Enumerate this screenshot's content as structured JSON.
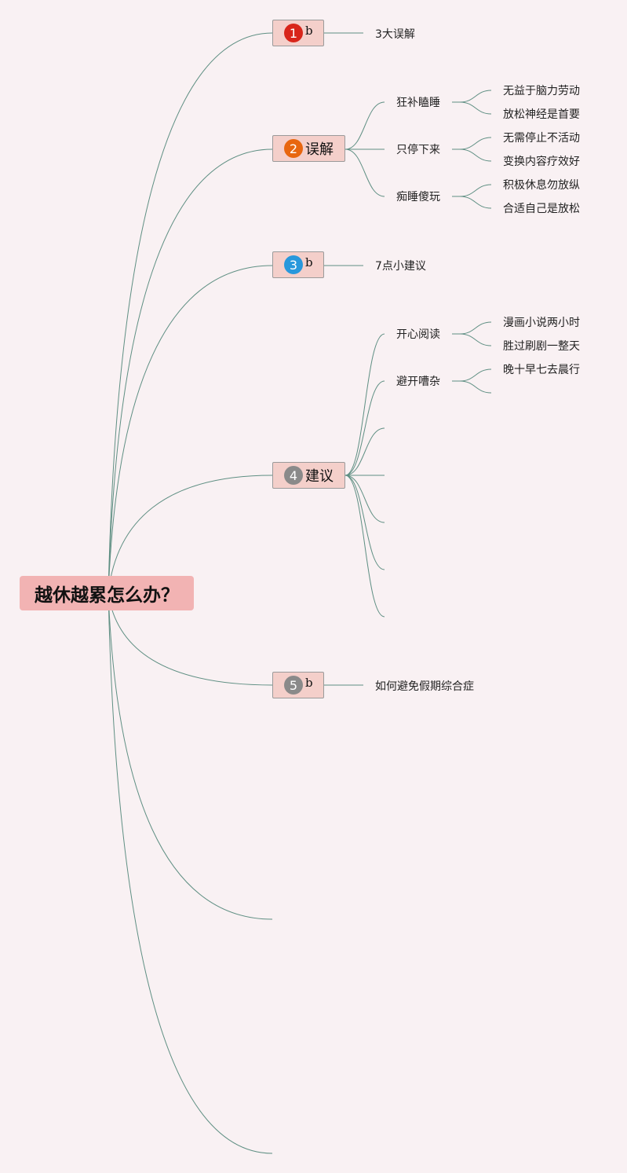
{
  "root": {
    "title": "越休越累怎么办？"
  },
  "branches": [
    {
      "number": "1",
      "label": "b",
      "color": "#d8251a",
      "children": [
        {
          "text": "3大误解"
        }
      ]
    },
    {
      "number": "2",
      "label": "误解",
      "color": "#e8660f",
      "children": [
        {
          "text": "狂补瞌睡",
          "children": [
            "无益于脑力劳动",
            "放松神经是首要"
          ]
        },
        {
          "text": "只停下来",
          "children": [
            "无需停止不活动",
            "变换内容疗效好"
          ]
        },
        {
          "text": "痴睡傻玩",
          "children": [
            "积极休息勿放纵",
            "合适自己是放松"
          ]
        }
      ]
    },
    {
      "number": "3",
      "label": "b",
      "color": "#2898dc",
      "children": [
        {
          "text": "7点小建议"
        }
      ]
    },
    {
      "number": "4",
      "label": "建议",
      "color": "#8a8a8a",
      "children": [
        {
          "text": "开心阅读",
          "children": [
            "漫画小说两小时",
            "胜过刷剧一整天"
          ]
        },
        {
          "text": "避开嘈杂",
          "children": [
            "晚十早七去晨行",
            ""
          ]
        },
        {
          "text": ""
        },
        {
          "text": ""
        },
        {
          "text": ""
        },
        {
          "text": ""
        },
        {
          "text": ""
        }
      ]
    },
    {
      "number": "5",
      "label": "b",
      "color": "#8a8a8a",
      "children": [
        {
          "text": "如何避免假期综合症"
        }
      ]
    }
  ],
  "style": {
    "line_color": "#5f8f83",
    "background": "#f9f1f3",
    "root_fill": "#f2b3b3",
    "branch_fill": "#f4cfca"
  }
}
